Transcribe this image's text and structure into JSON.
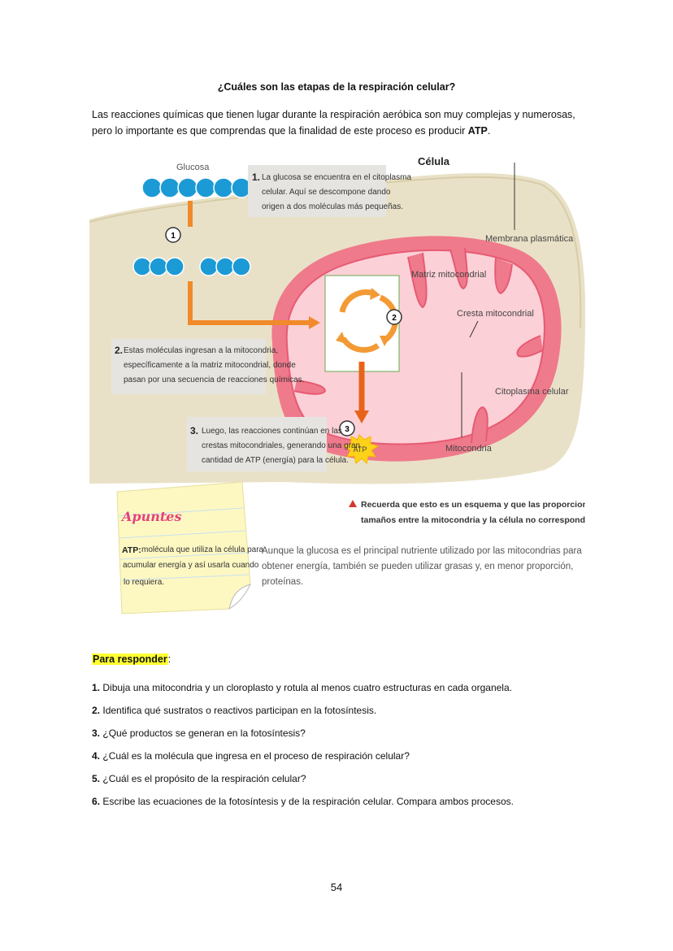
{
  "page": {
    "title": "¿Cuáles son las etapas de la respiración celular?",
    "intro": {
      "line1": "Las reacciones químicas que tienen lugar durante la respiración aeróbica son muy complejas y numerosas,",
      "line2_prefix": "pero lo  importante es que comprendas que la finalidad de este proceso es producir ",
      "line2_bold": "ATP",
      "line2_suffix": "."
    },
    "page_number": "54"
  },
  "diagram": {
    "cell_label": "Célula",
    "glucose_label": "Glucosa",
    "step_markers": [
      "1",
      "2",
      "3"
    ],
    "callout1": {
      "number": "1.",
      "lines": [
        "La glucosa se encuentra en el citoplasma",
        "celular. Aquí se descompone dando",
        "origen a dos moléculas más pequeñas."
      ]
    },
    "callout2": {
      "number": "2.",
      "lines": [
        "Estas moléculas ingresan a la mitocondria,",
        "específicamente a la matriz mitocondrial, donde",
        "pasan por una secuencia de reacciones químicas."
      ]
    },
    "callout3": {
      "number": "3.",
      "lines": [
        "Luego, las reacciones continúan en las",
        "crestas mitocondriales, generando una gran",
        "cantidad de ATP (energía) para la célula."
      ]
    },
    "labels": {
      "membrana": "Membrana plasmática",
      "matriz": "Matriz mitocondrial",
      "cresta": "Cresta mitocondrial",
      "citoplasma": "Citoplasma celular",
      "mitocondria": "Mitocondria",
      "atp": "ATP"
    },
    "note": {
      "line1": "Recuerda que esto es un esquema y que las proporciones de los",
      "line2": "tamaños entre la mitocondria y la célula no corresponde a la realidad."
    },
    "apuntes": {
      "title": "Apuntes",
      "term": "ATP:",
      "line1": "molécula que utiliza la célula para",
      "line2": "acumular energía y así usarla cuando",
      "line3": "lo requiera."
    },
    "side_text": {
      "line1": "Aunque la glucosa es el principal nutriente utilizado por las mitocondrias para",
      "line2": "obtener energía, también se pueden utilizar grasas y, en menor proporción,",
      "line3": "proteínas."
    },
    "colors": {
      "cell": "#e9e1c7",
      "mito_outer": "#ef7a8c",
      "mito_inner": "#fbd0d6",
      "arrow": "#f08a2a",
      "glucose": "#1c9ad6",
      "atp_star": "#ffd21a",
      "callout_bg": "#e6e4e1",
      "note_bg": "#fdf8c2"
    }
  },
  "responder": {
    "heading": "Para responder",
    "colon": ":",
    "questions": [
      {
        "num": "1.",
        "text": "Dibuja una mitocondria y un cloroplasto y rotula al menos cuatro estructuras en cada organela."
      },
      {
        "num": "2.",
        "text": "Identifica qué sustratos o reactivos participan en la fotosíntesis."
      },
      {
        "num": "3.",
        "text": "¿Qué productos se generan en la fotosíntesis?"
      },
      {
        "num": "4.",
        "text": "¿Cuál es la molécula que ingresa en el proceso de respiración celular?"
      },
      {
        "num": "5.",
        "text": "¿Cuál es el propósito de la respiración celular?"
      },
      {
        "num": "6.",
        "text": "Escribe las ecuaciones de la fotosíntesis y de la respiración celular. Compara ambos procesos."
      }
    ]
  }
}
